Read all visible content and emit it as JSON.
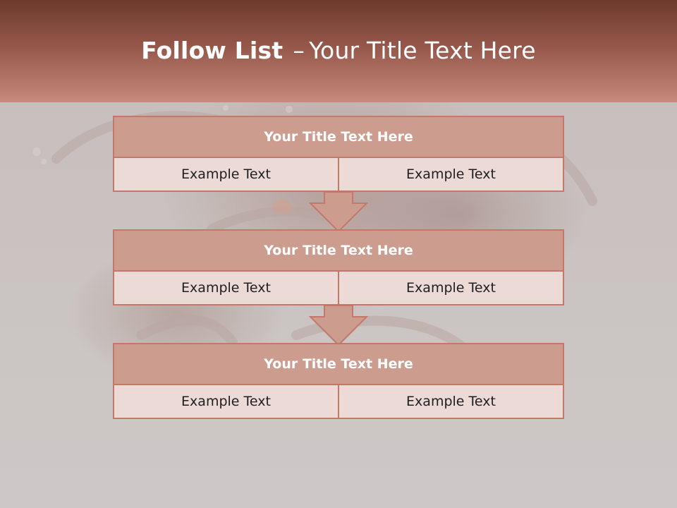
{
  "slide": {
    "title_bold": "Follow List",
    "title_separator": "–",
    "title_rest": "Your Title Text Here"
  },
  "blocks": [
    {
      "title": "Your Title Text Here",
      "left": "Example Text",
      "right": "Example Text"
    },
    {
      "title": "Your Title Text Here",
      "left": "Example Text",
      "right": "Example Text"
    },
    {
      "title": "Your Title Text Here",
      "left": "Example Text",
      "right": "Example Text"
    }
  ],
  "colors": {
    "header_dark": "#6c3a2c",
    "header_light": "#c58a7c",
    "block_border": "#c3786a",
    "block_header": "#cc9c8f",
    "block_body": "#ecdad7",
    "arrow_fill": "#cc9c8f"
  },
  "icons": [
    "down-arrow-icon"
  ]
}
